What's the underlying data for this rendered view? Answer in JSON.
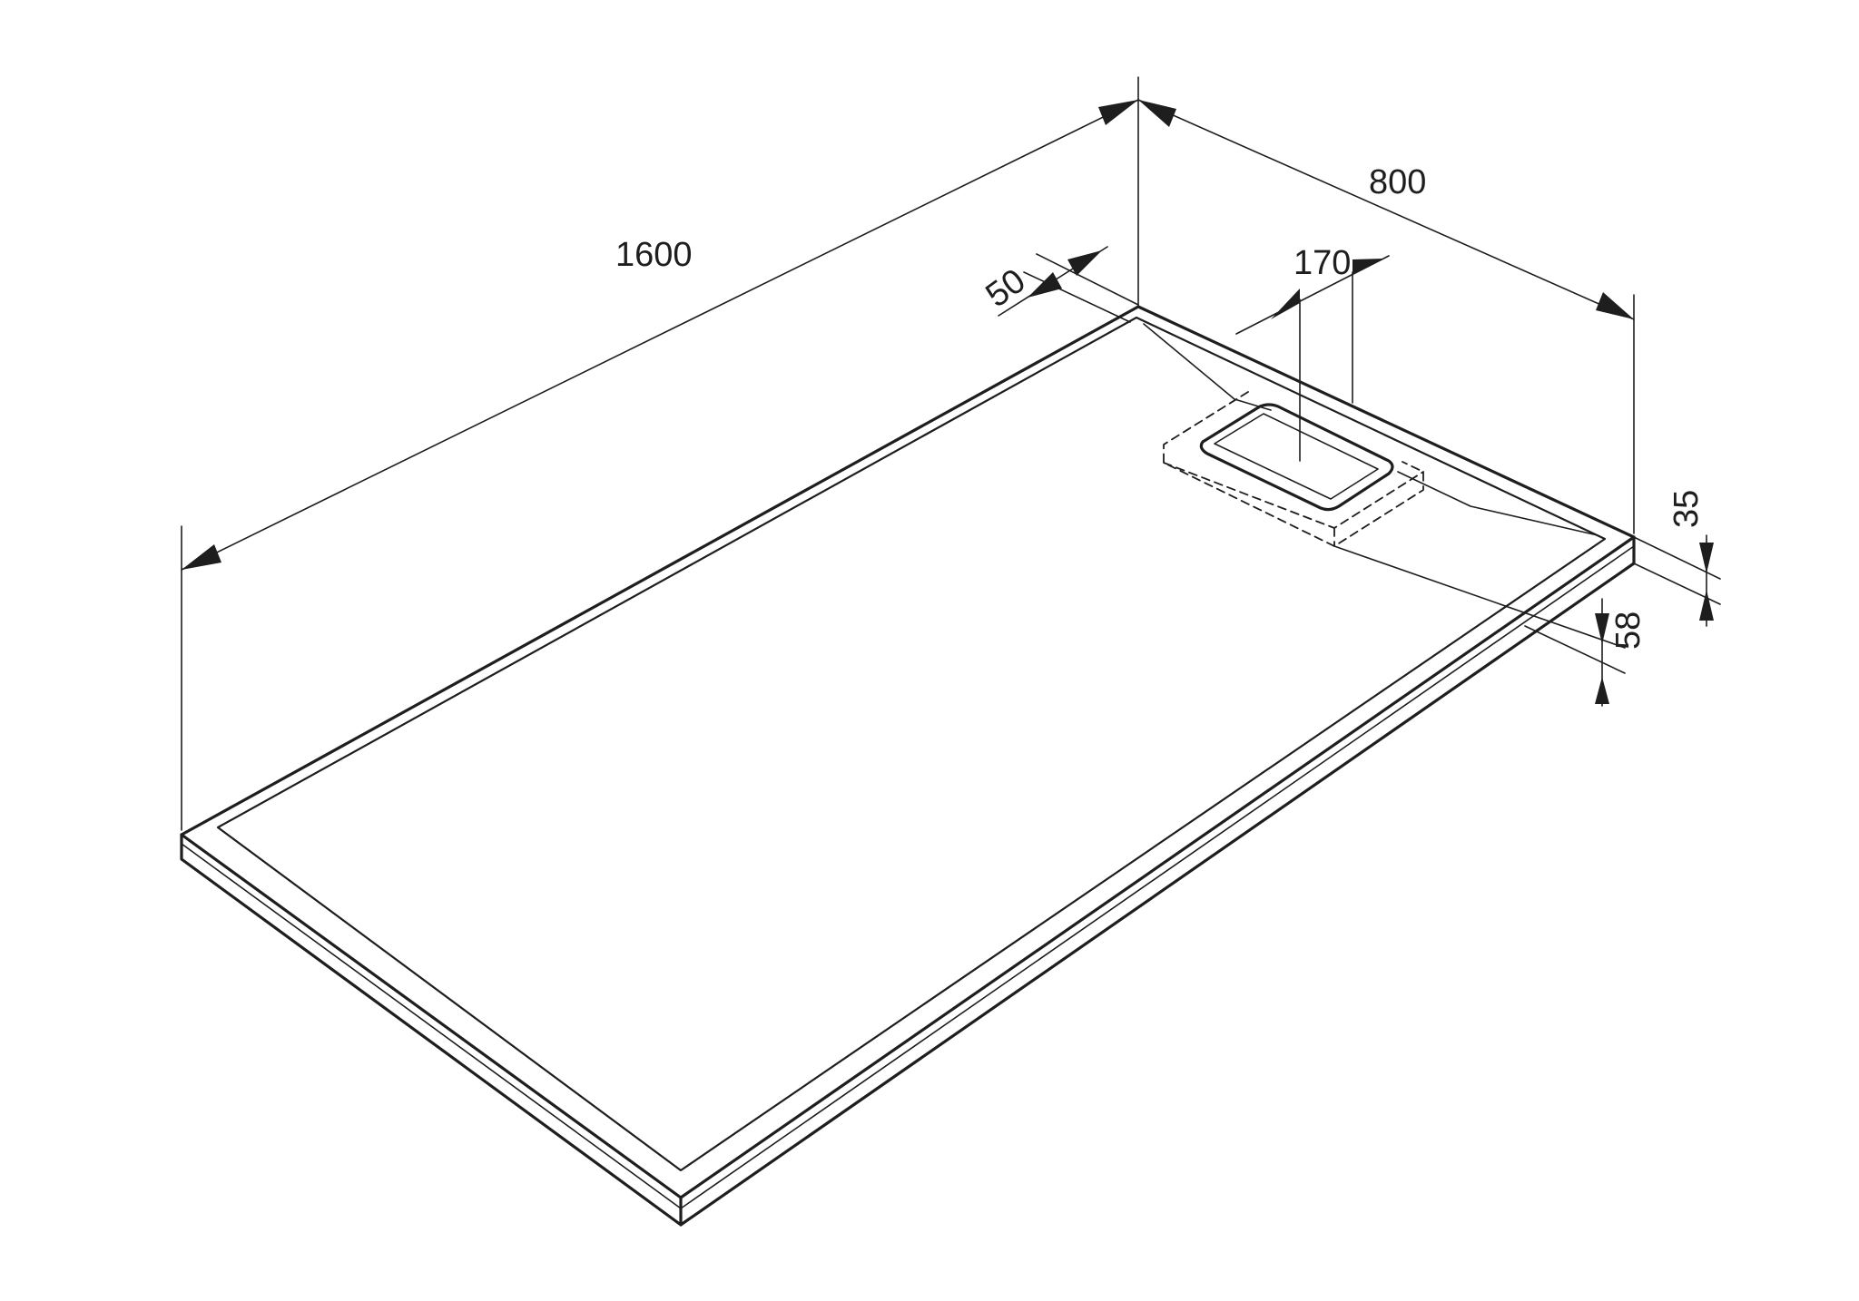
{
  "drawing": {
    "dimensions": {
      "length": "1600",
      "width": "800",
      "rim_width": "50",
      "drain_width": "170",
      "tray_height": "35",
      "drain_depth": "58"
    }
  }
}
